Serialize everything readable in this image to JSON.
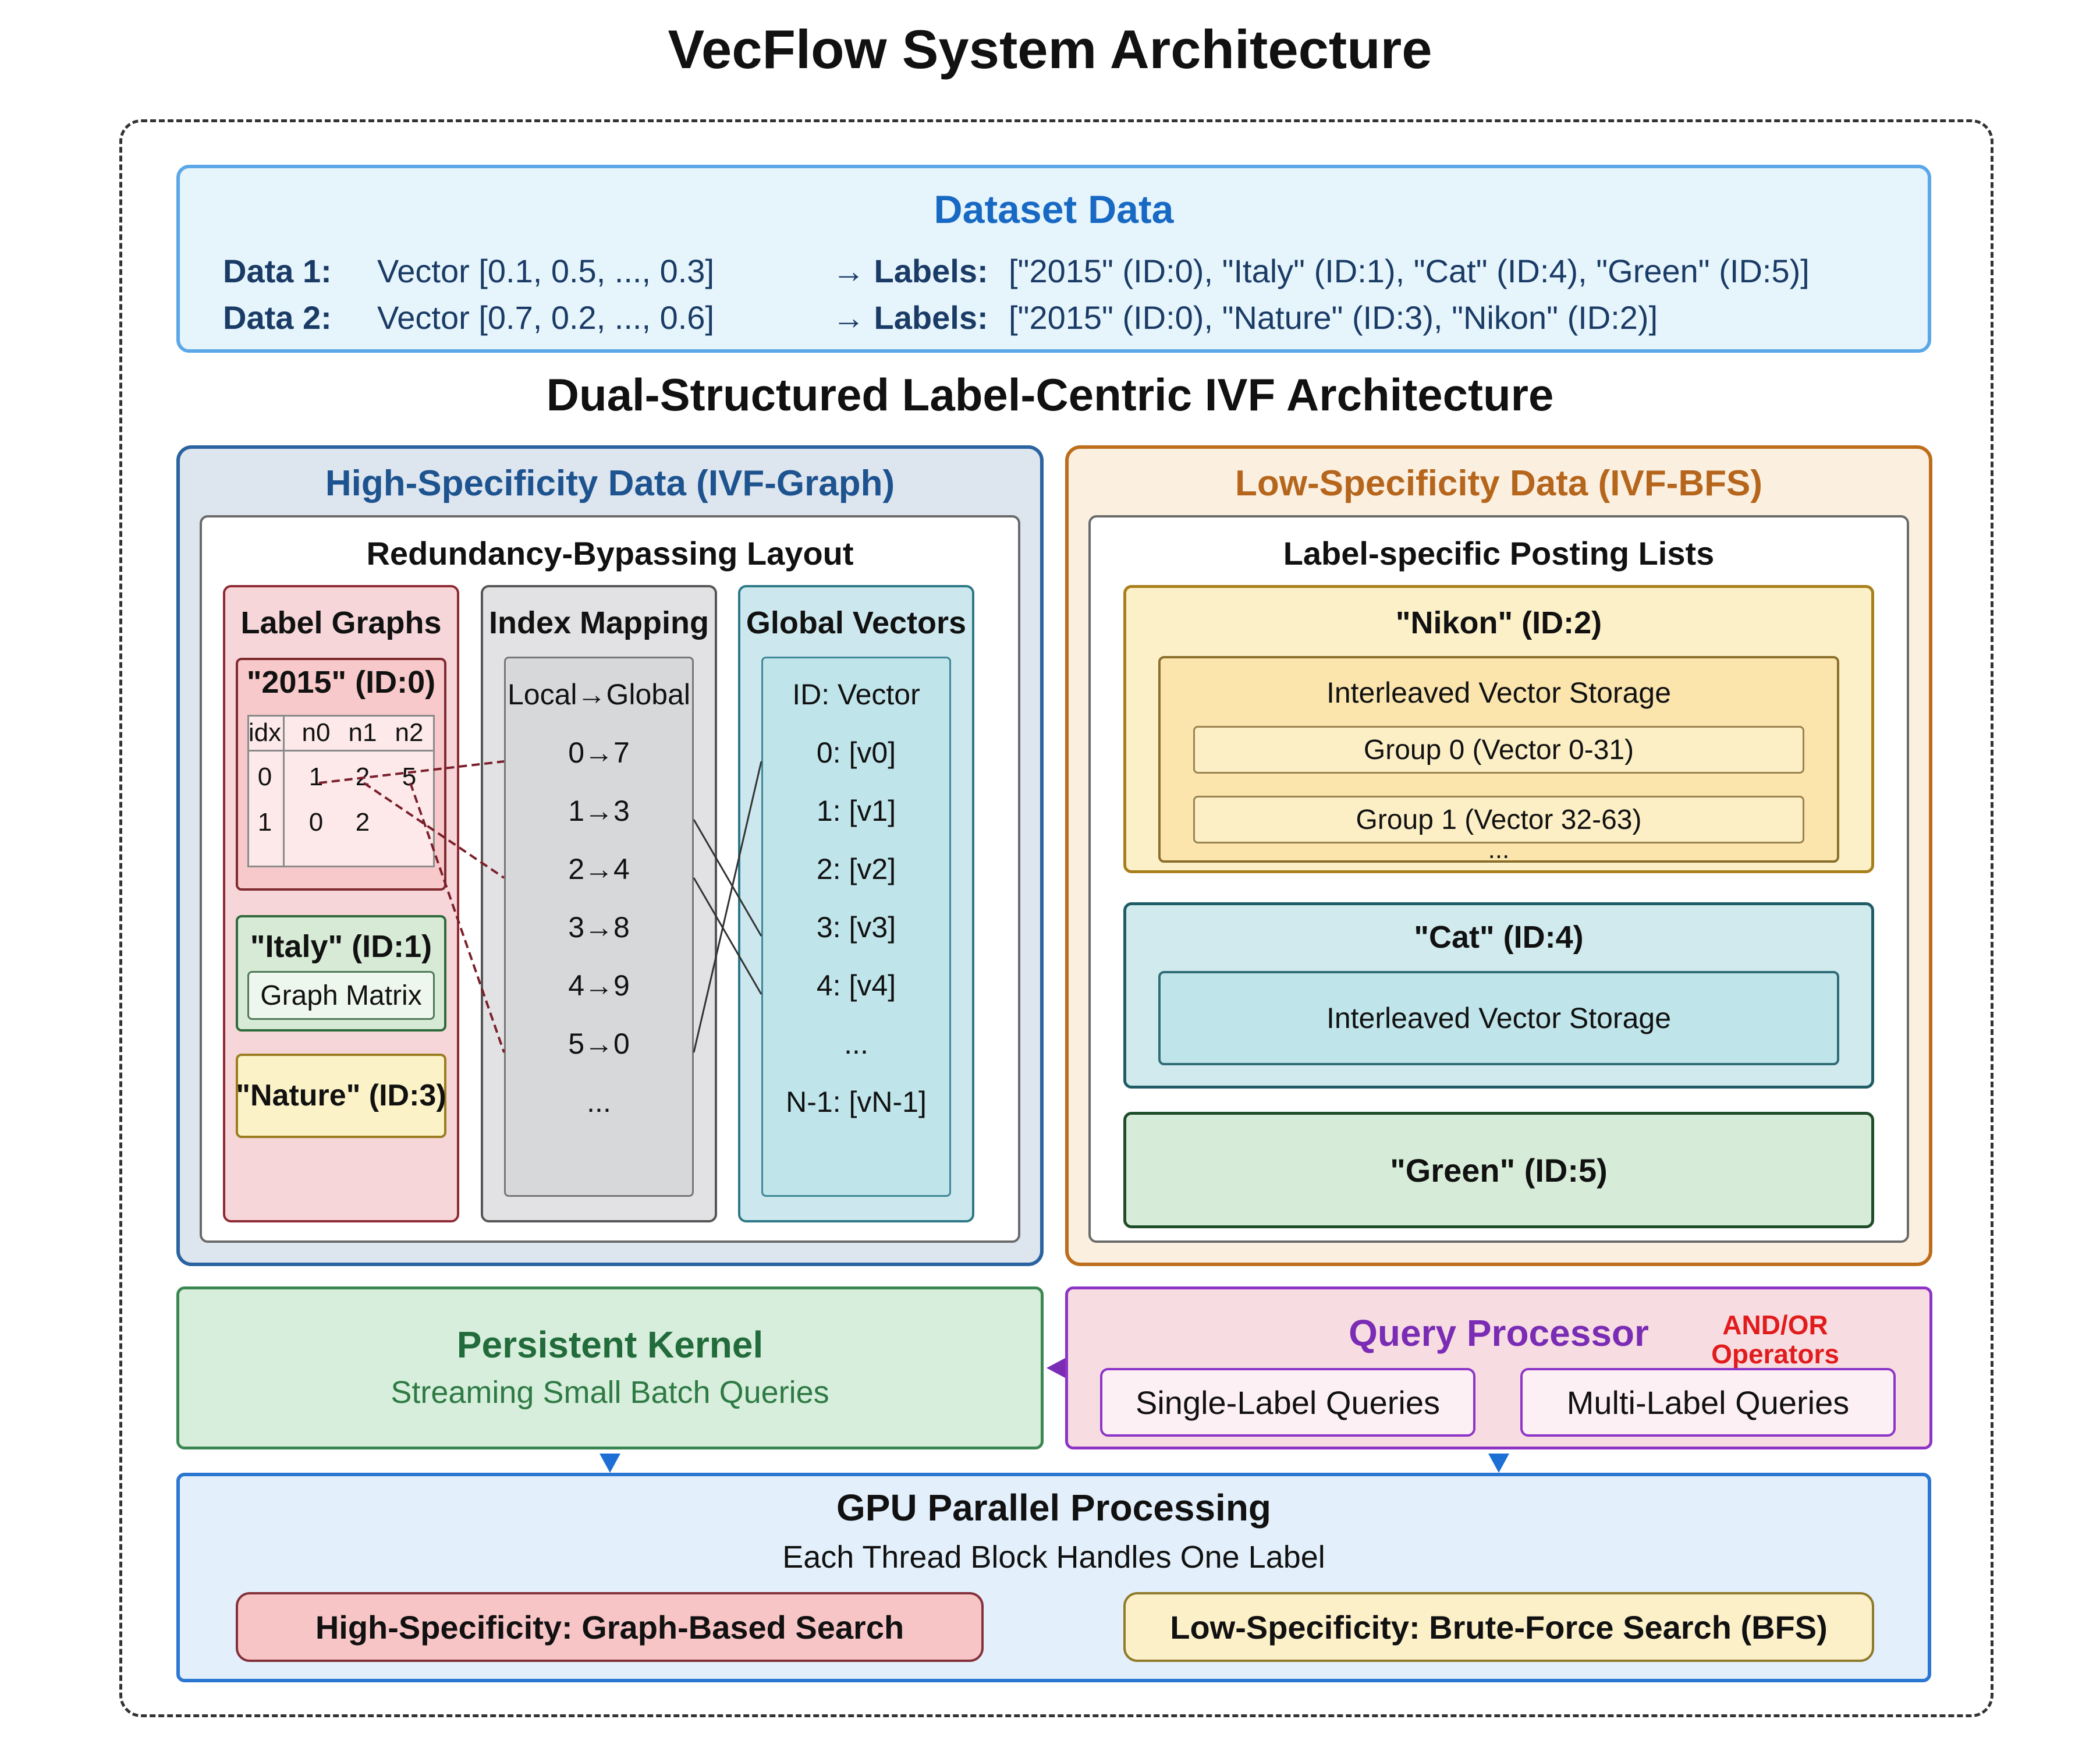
{
  "title": "VecFlow System Architecture",
  "dataset": {
    "title": "Dataset Data",
    "rows": [
      {
        "name": "Data 1:",
        "vector": "Vector [0.1, 0.5, ..., 0.3]",
        "arrow_label": "→ Labels:",
        "labels": "[\"2015\" (ID:0), \"Italy\" (ID:1), \"Cat\" (ID:4), \"Green\" (ID:5)]"
      },
      {
        "name": "Data 2:",
        "vector": "Vector [0.7, 0.2, ..., 0.6]",
        "arrow_label": "→ Labels:",
        "labels": "[\"2015\" (ID:0), \"Nature\" (ID:3), \"Nikon\" (ID:2)]"
      }
    ]
  },
  "subtitle": "Dual-Structured Label-Centric IVF Architecture",
  "high_spec": {
    "title": "High-Specificity Data (IVF-Graph)",
    "layout_title": "Redundancy-Bypassing Layout",
    "label_graphs": {
      "title": "Label Graphs",
      "g2015": {
        "title": "\"2015\" (ID:0)",
        "headers": [
          "idx",
          "n0",
          "n1",
          "n2"
        ],
        "rows": [
          [
            "0",
            "1",
            "2",
            "5"
          ],
          [
            "1",
            "0",
            "2",
            ""
          ]
        ]
      },
      "italy": {
        "title": "\"Italy\" (ID:1)",
        "matrix": "Graph Matrix"
      },
      "nature": {
        "title": "\"Nature\" (ID:3)"
      }
    },
    "index_mapping": {
      "title": "Index Mapping",
      "header": "Local→Global",
      "items": [
        "0→7",
        "1→3",
        "2→4",
        "3→8",
        "4→9",
        "5→0",
        "..."
      ]
    },
    "global_vectors": {
      "title": "Global Vectors",
      "header": "ID: Vector",
      "items": [
        "0: [v0]",
        "1: [v1]",
        "2: [v2]",
        "3: [v3]",
        "4: [v4]",
        "...",
        "N-1: [vN-1]"
      ]
    }
  },
  "low_spec": {
    "title": "Low-Specificity Data (IVF-BFS)",
    "posting_title": "Label-specific Posting Lists",
    "nikon": {
      "title": "\"Nikon\" (ID:2)",
      "storage": "Interleaved Vector Storage",
      "groups": [
        "Group 0 (Vector 0-31)",
        "Group 1 (Vector 32-63)"
      ],
      "ellipsis": "..."
    },
    "cat": {
      "title": "\"Cat\" (ID:4)",
      "storage": "Interleaved Vector Storage"
    },
    "green": {
      "title": "\"Green\" (ID:5)"
    }
  },
  "persistent_kernel": {
    "title": "Persistent Kernel",
    "subtitle": "Streaming Small Batch Queries"
  },
  "query_processor": {
    "title": "Query Processor",
    "operators": [
      "AND/OR",
      "Operators"
    ],
    "single": "Single-Label Queries",
    "multi": "Multi-Label Queries"
  },
  "gpu": {
    "title": "GPU Parallel Processing",
    "subtitle": "Each Thread Block Handles One Label",
    "high": "High-Specificity: Graph-Based Search",
    "low": "Low-Specificity: Brute-Force Search (BFS)"
  },
  "colors": {
    "dataset_title": "#1769c4",
    "high_spec": "#1d538f",
    "low_spec": "#b5661c",
    "persistent_kernel": "#226b3b",
    "query_processor": "#7a2cb5",
    "operators": "#e21c1c",
    "arrow_blue": "#1d6fd6"
  }
}
